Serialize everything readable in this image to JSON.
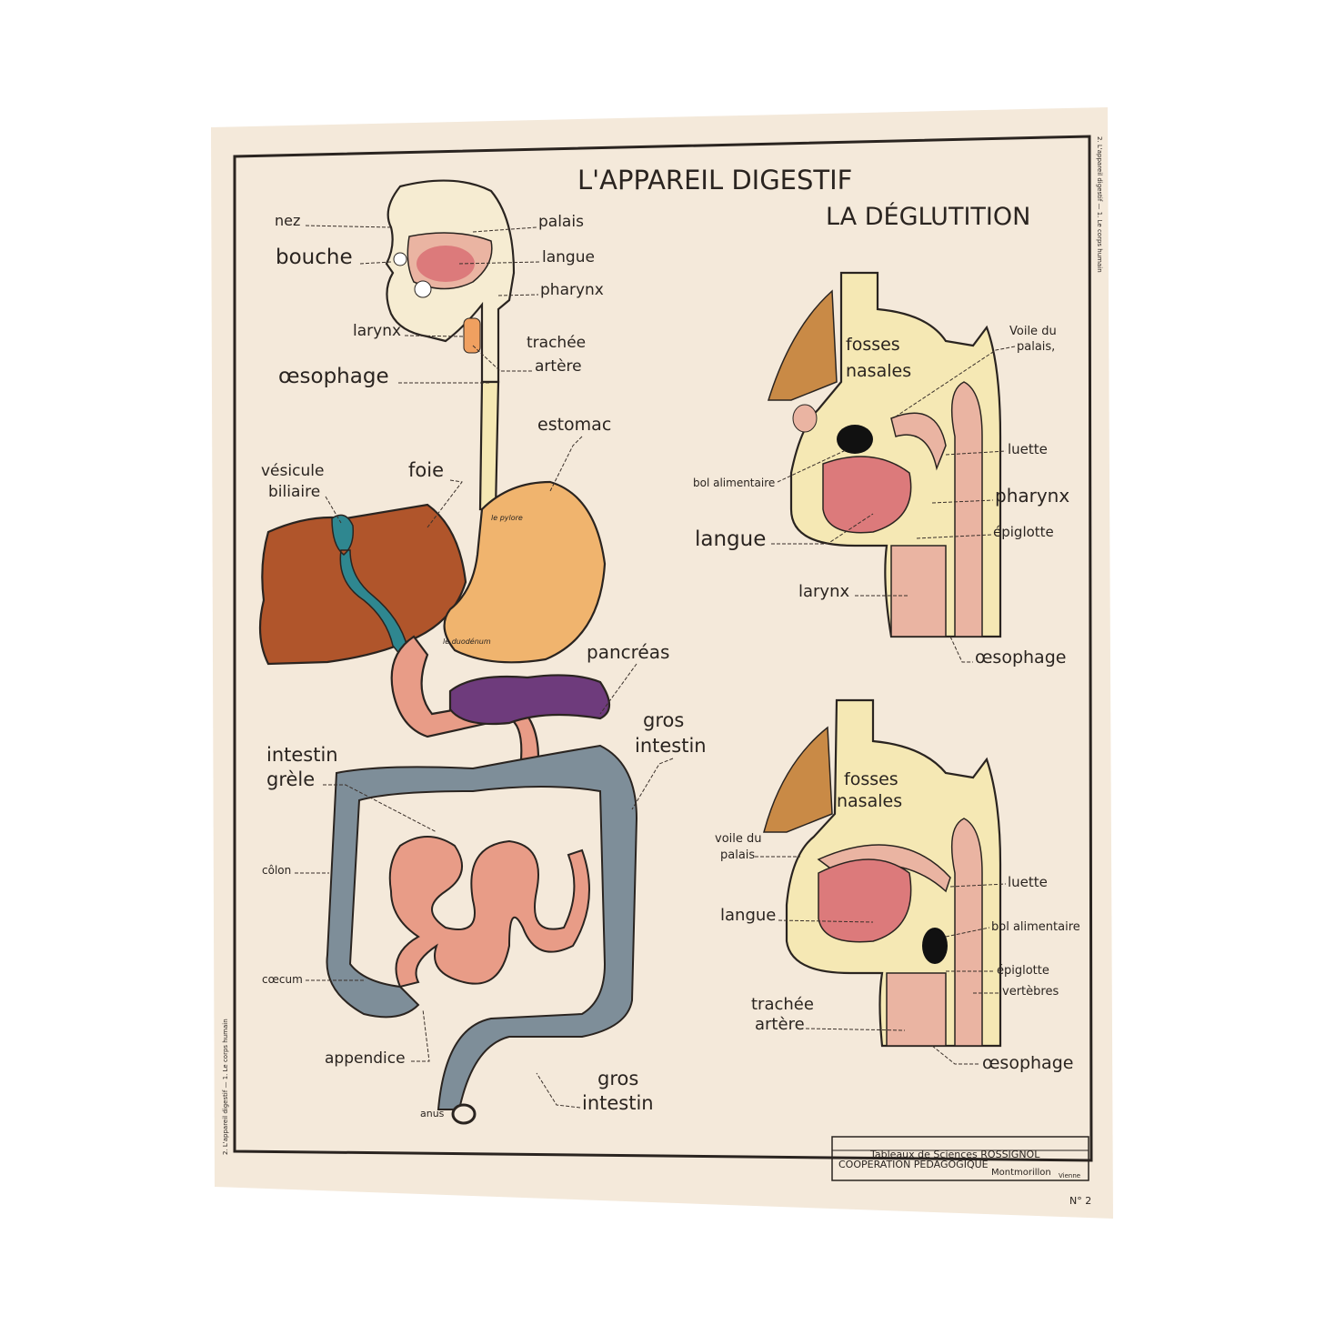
{
  "poster": {
    "title": "L'APPAREIL DIGESTIF",
    "subtitle": "LA DÉGLUTITION",
    "margin_left": "2. L'appareil digestif  —  1. Le corps humain",
    "margin_right": "2. L'appareil digestif  —  1. Le corps humain",
    "footer": {
      "line1": "Tableaux de Sciences ROSSIGNOL",
      "line2": "COOPERATION PÉDAGOGIQUE",
      "city": "Montmorillon",
      "region": "Vienne"
    },
    "number": "N° 2"
  },
  "colors": {
    "paper": "#f4e9da",
    "liver": "#b0552b",
    "stomach": "#f0b46e",
    "gallbladder": "#2f8790",
    "pancreas": "#6e3b7c",
    "large_intestine": "#7e8e99",
    "small_intestine": "#e89c87",
    "bone": "#f5e8b4",
    "tissue": "#eab4a2",
    "tongue": "#dc7a7b"
  },
  "digestive": {
    "labels": {
      "nez": "nez",
      "palais": "palais",
      "bouche": "bouche",
      "langue": "langue",
      "pharynx": "pharynx",
      "larynx": "larynx",
      "trachee": "trachée",
      "artere": "artère",
      "oesophage": "œsophage",
      "estomac": "estomac",
      "vesicule": "vésicule",
      "biliaire": "biliaire",
      "foie": "foie",
      "pancreas": "pancréas",
      "gros1": "gros",
      "intestin1": "intestin",
      "intestin2": "intestin",
      "grele": "grèle",
      "colon": "côlon",
      "caecum": "cœcum",
      "appendice": "appendice",
      "anus": "anus",
      "gros2": "gros",
      "intestin3": "intestin",
      "pylore": "le pylore",
      "duodenum": "le duodénum"
    }
  },
  "deglutition_top": {
    "labels": {
      "fosses": "fosses",
      "nasales": "nasales",
      "voile1": "Voile du",
      "voile2": "palais,",
      "luette": "luette",
      "bol": "bol alimentaire",
      "pharynx": "pharynx",
      "langue": "langue",
      "epiglotte": "épiglotte",
      "larynx": "larynx",
      "oesophage": "œsophage"
    }
  },
  "deglutition_bottom": {
    "labels": {
      "fosses": "fosses",
      "nasales": "nasales",
      "voile1": "voile du",
      "voile2": "palais",
      "luette": "luette",
      "langue": "langue",
      "bol": "bol alimentaire",
      "epiglotte": "épiglotte",
      "vertebres": "vertèbres",
      "trachee": "trachée",
      "artere": "artère",
      "oesophage": "œsophage"
    }
  }
}
